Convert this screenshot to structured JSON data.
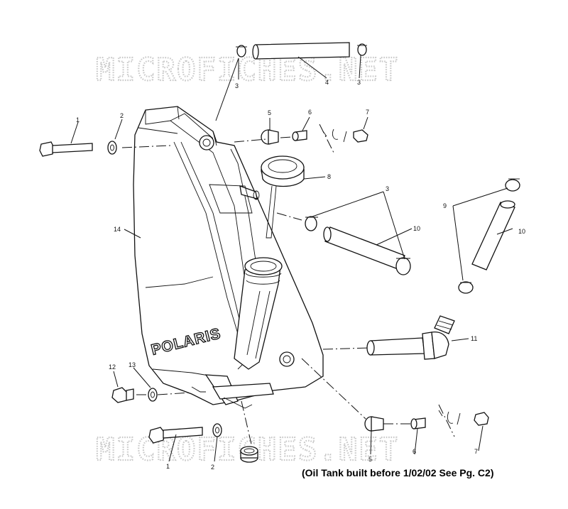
{
  "watermark": {
    "text": "MICROFICHES.NET"
  },
  "tank": {
    "brand_text": "POLARIS"
  },
  "note": {
    "text": "(Oil Tank built before 1/02/02 See Pg. C2)"
  },
  "callouts": [
    "1",
    "2",
    "3",
    "4",
    "3",
    "5",
    "6",
    "7",
    "8",
    "3",
    "9",
    "10",
    "10",
    "14",
    "11",
    "12",
    "13",
    "1",
    "2",
    "5",
    "6",
    "7"
  ]
}
